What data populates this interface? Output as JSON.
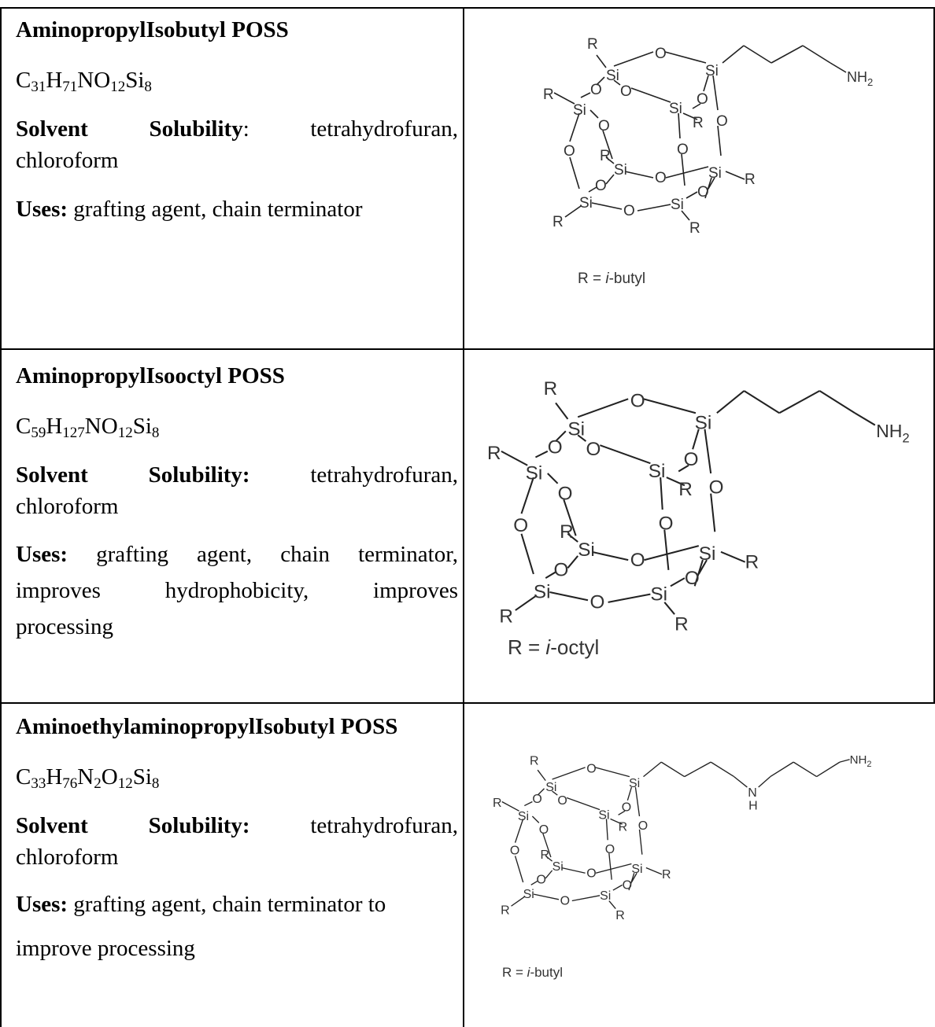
{
  "rows": [
    {
      "name": "AminopropylIsobutyl POSS",
      "formula_parts": [
        "C",
        "31",
        "H",
        "71",
        "NO",
        "12",
        "Si",
        "8"
      ],
      "solubility_label": "Solvent Solubility",
      "solubility_sep": ":",
      "solubility_line1_a": "Solvent",
      "solubility_line1_b": "Solubility",
      "solubility_value_1": "tetrahydrofuran,",
      "solubility_value_2": "chloroform",
      "uses_label": "Uses:",
      "uses_value": " grafting agent, chain terminator",
      "structure": {
        "tail": "NH2",
        "r_legend_prefix": "R = ",
        "r_legend_value": "i",
        "r_legend_suffix": "-butyl"
      }
    },
    {
      "name": "AminopropylIsooctyl POSS",
      "formula_parts": [
        "C",
        "59",
        "H",
        "127",
        "NO",
        "12",
        "Si",
        "8"
      ],
      "solubility_line1_a": "Solvent",
      "solubility_line1_b": "Solubility:",
      "solubility_value_1": "tetrahydrofuran,",
      "solubility_value_2": "chloroform",
      "uses_label": "Uses:",
      "uses_line1": [
        "grafting",
        "agent,",
        "chain",
        "terminator,"
      ],
      "uses_line2": [
        "improves",
        "hydrophobicity,",
        "improves"
      ],
      "uses_line3": "processing",
      "structure": {
        "tail": "NH2",
        "r_legend_prefix": "R = ",
        "r_legend_value": "i",
        "r_legend_suffix": "-octyl"
      }
    },
    {
      "name": "AminoethylaminopropylIsobutyl POSS",
      "formula_parts": [
        "C",
        "33",
        "H",
        "76",
        "N",
        "2",
        "O",
        "12",
        "Si",
        "8"
      ],
      "solubility_line1_a": "Solvent",
      "solubility_line1_b": "Solubility:",
      "solubility_value_1": "tetrahydrofuran,",
      "solubility_value_2": "chloroform",
      "uses_label": "Uses:",
      "uses_value": " grafting agent, chain terminator to",
      "uses_line2": "improve processing",
      "structure": {
        "tail": "NH2",
        "nh_n": "N",
        "nh_h": "H",
        "r_legend_prefix": "R = ",
        "r_legend_value": "i",
        "r_legend_suffix": "-butyl"
      }
    }
  ],
  "atoms": {
    "si": "Si",
    "o": "O",
    "r": "R"
  }
}
